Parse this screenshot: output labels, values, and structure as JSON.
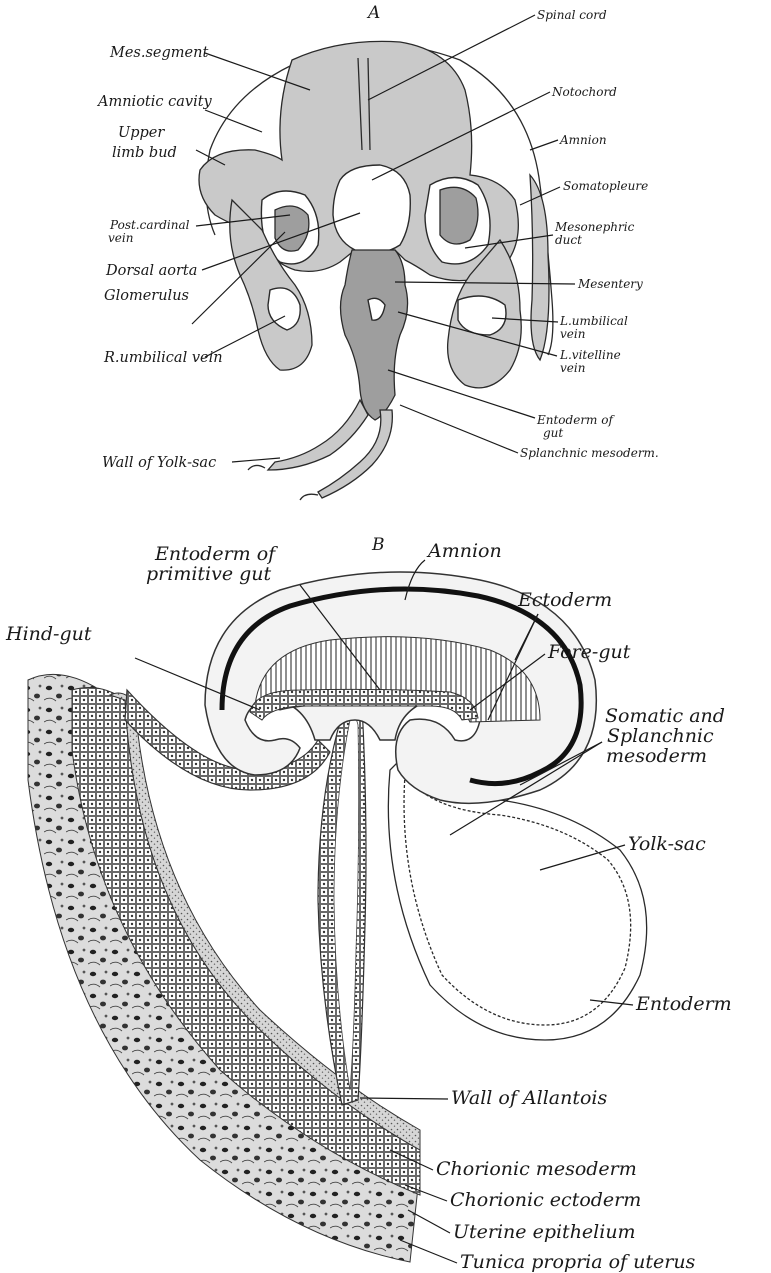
{
  "figure": {
    "panel_a": {
      "letter": "A",
      "labels": {
        "spinal_cord": "Spinal cord",
        "mes_segment": "Mes.segment",
        "notochord": "Notochord",
        "amniotic_cavity": "Amniotic cavity",
        "amnion": "Amnion",
        "upper_limb_bud_1": "Upper",
        "upper_limb_bud_2": "limb bud",
        "somatopleure": "Somatopleure",
        "post_cardinal_vein_1": "Post.cardinal",
        "post_cardinal_vein_2": "vein",
        "mesonephric_duct_1": "Mesonephric",
        "mesonephric_duct_2": "duct",
        "dorsal_aorta": "Dorsal aorta",
        "mesentery": "Mesentery",
        "glomerulus": "Glomerulus",
        "l_umbilical_vein_1": "L.umbilical",
        "l_umbilical_vein_2": "vein",
        "r_umbilical_vein": "R.umbilical vein",
        "l_vitelline_vein_1": "L.vitelline",
        "l_vitelline_vein_2": "vein",
        "entoderm_of_gut_1": "Entoderm of",
        "entoderm_of_gut_2": "gut",
        "wall_of_yolk_sac": "Wall of Yolk-sac",
        "splanchnic_mesoderm": "Splanchnic mesoderm."
      }
    },
    "panel_b": {
      "letter": "B",
      "labels": {
        "entoderm_primitive_gut_1": "Entoderm of",
        "entoderm_primitive_gut_2": "primitive gut",
        "amnion": "Amnion",
        "ectoderm": "Ectoderm",
        "hind_gut": "Hind-gut",
        "fore_gut": "Fore-gut",
        "somatic_splanchnic_1": "Somatic and",
        "somatic_splanchnic_2": "Splanchnic",
        "somatic_splanchnic_3": "mesoderm",
        "yolk_sac": "Yolk-sac",
        "entoderm": "Entoderm",
        "wall_of_allantois": "Wall of Allantois",
        "chorionic_mesoderm": "Chorionic mesoderm",
        "chorionic_ectoderm": "Chorionic ectoderm",
        "uterine_epithelium": "Uterine epithelium",
        "tunica_propria": "Tunica propria of uterus"
      }
    }
  }
}
